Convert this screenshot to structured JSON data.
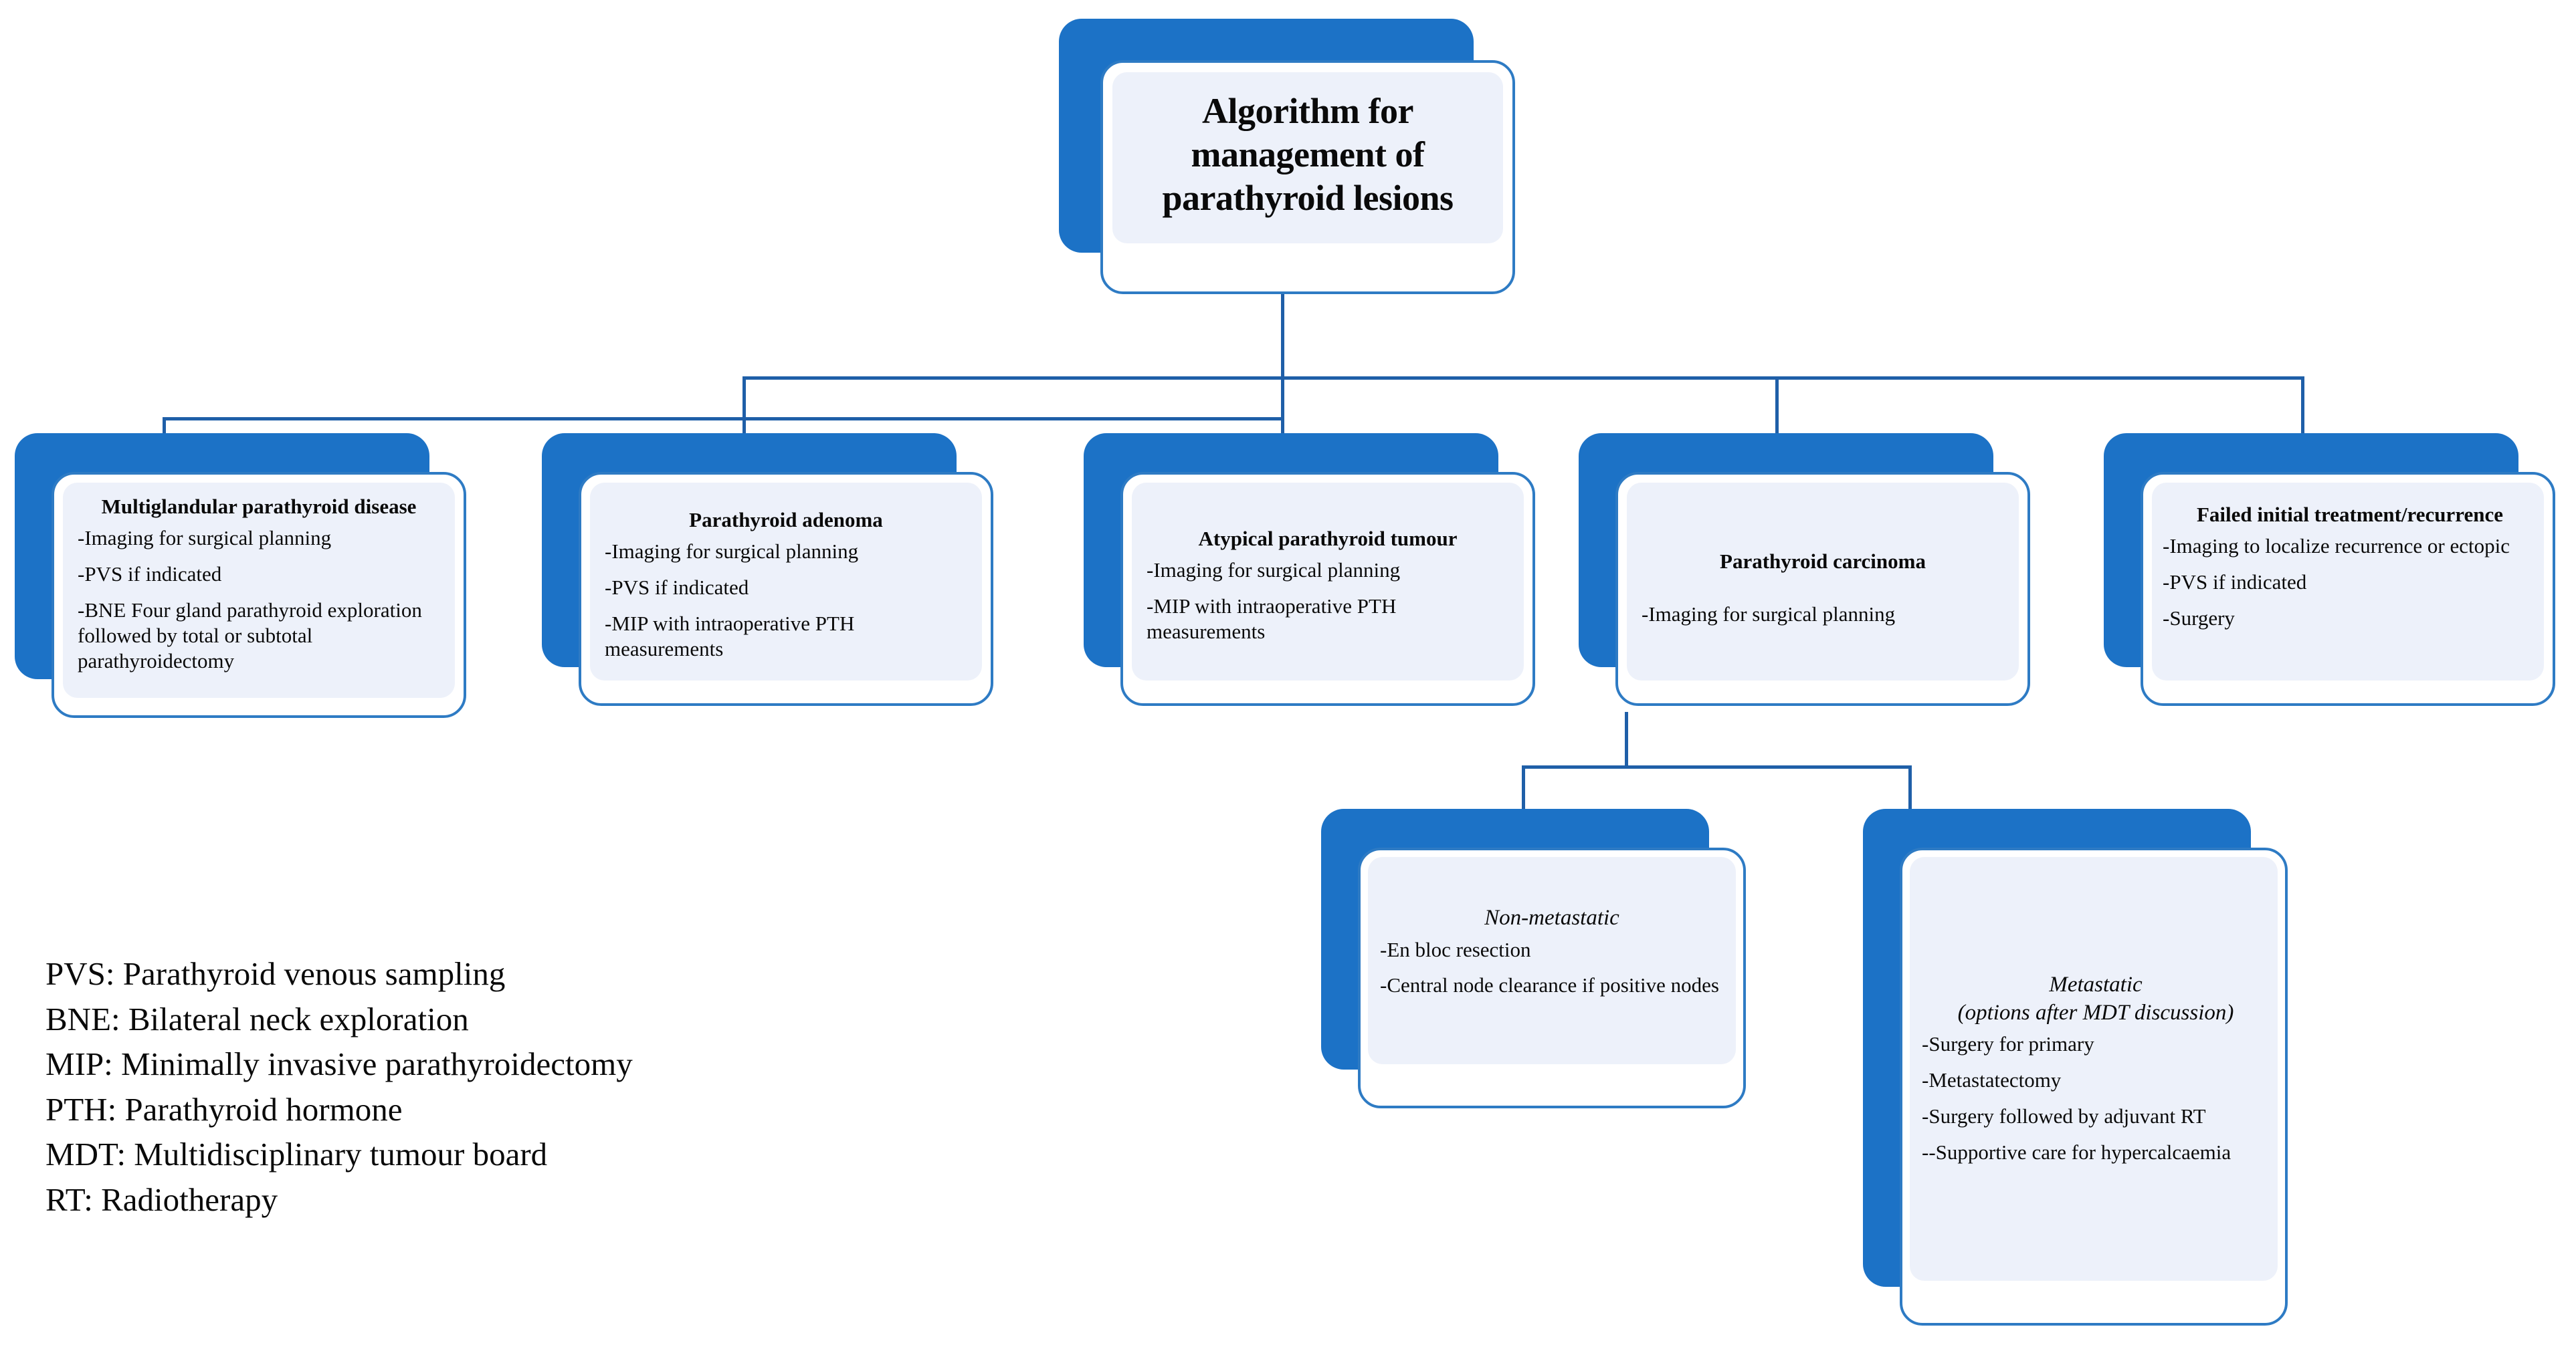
{
  "figure": {
    "accent_blue": "#1C72C6",
    "border_blue": "#2E7BC4",
    "inner_fill": "#EDF1FA",
    "connector_blue": "#1F5FA8"
  },
  "root": {
    "title": "Algorithm for management of parathyroid lesions"
  },
  "branches": [
    {
      "id": "multiglandular-parathyroid-disease",
      "title": "Multiglandular parathyroid disease",
      "bullets": [
        "-Imaging for surgical planning",
        "-PVS if indicated",
        "-BNE Four gland parathyroid exploration followed by total or subtotal parathyroidectomy"
      ]
    },
    {
      "id": "parathyroid-adenoma",
      "title": "Parathyroid adenoma",
      "bullets": [
        "-Imaging for surgical planning",
        "-PVS if indicated",
        "-MIP with intraoperative PTH measurements"
      ]
    },
    {
      "id": "atypical-parathyroid-tumour",
      "title": "Atypical parathyroid tumour",
      "bullets": [
        "-Imaging for surgical planning",
        "-MIP with intraoperative PTH measurements"
      ]
    },
    {
      "id": "parathyroid-carcinoma",
      "title": "Parathyroid carcinoma",
      "bullets": [
        "-Imaging for surgical planning"
      ]
    },
    {
      "id": "failed-initial-treatment-recurrence",
      "title": "Failed initial treatment/recurrence",
      "bullets": [
        "-Imaging to localize recurrence or ectopic",
        "-PVS if indicated",
        "-Surgery"
      ]
    }
  ],
  "carcinoma_children": [
    {
      "id": "non-metastatic",
      "title": "Non-metastatic",
      "subtitle": "",
      "bullets": [
        "-En bloc resection",
        "-Central node clearance if positive nodes"
      ]
    },
    {
      "id": "metastatic",
      "title": "Metastatic",
      "subtitle": "(options after MDT discussion)",
      "bullets": [
        "-Surgery for primary",
        "-Metastatectomy",
        "-Surgery followed by adjuvant RT",
        "--Supportive care for hypercalcaemia"
      ]
    }
  ],
  "legend": [
    "PVS: Parathyroid venous sampling",
    "BNE: Bilateral neck exploration",
    "MIP: Minimally invasive parathyroidectomy",
    "PTH: Parathyroid hormone",
    "MDT: Multidisciplinary tumour board",
    "RT: Radiotherapy"
  ]
}
